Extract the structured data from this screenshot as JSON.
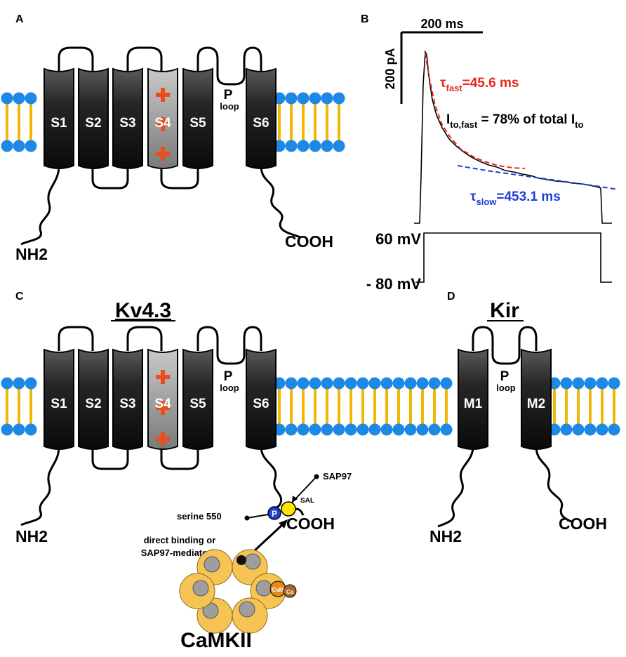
{
  "panels": {
    "a": {
      "letter": "A",
      "segments": [
        "S1",
        "S2",
        "S3",
        "S4",
        "S5",
        "S6"
      ],
      "p_loop": {
        "main": "P",
        "sub": "loop"
      },
      "n_terminus": "NH2",
      "c_terminus": "COOH"
    },
    "b": {
      "letter": "B",
      "time_scale": "200 ms",
      "current_scale": "200 pA",
      "tau_fast": {
        "symbol": "τ",
        "sub": "fast",
        "value": "=45.6 ms"
      },
      "ito_fast": {
        "main": "I",
        "sub": "to,fast",
        "middle": " = 78% of total I",
        "sub2": "to"
      },
      "tau_slow": {
        "symbol": "τ",
        "sub": "slow",
        "value": "=453.1 ms"
      },
      "voltage_high": "60 mV",
      "voltage_low": "- 80 mV"
    },
    "c": {
      "letter": "C",
      "title": "Kv4.3",
      "segments": [
        "S1",
        "S2",
        "S3",
        "S4",
        "S5",
        "S6"
      ],
      "p_loop": {
        "main": "P",
        "sub": "loop"
      },
      "n_terminus": "NH2",
      "c_terminus": "COOH",
      "sap97": "SAP97",
      "sal": "SAL",
      "serine": "serine 550",
      "phospho": "P",
      "question_line1": "direct binding or",
      "question_line2": "SAP97-mediated?",
      "camkii": "CaMKII",
      "cam": "CaM",
      "ca": "Ca"
    },
    "d": {
      "letter": "D",
      "title": "Kir",
      "segments": [
        "M1",
        "M2"
      ],
      "p_loop": {
        "main": "P",
        "sub": "loop"
      },
      "n_terminus": "NH2",
      "c_terminus": "COOH"
    }
  },
  "colors": {
    "lipid_head": "#1e88e5",
    "lipid_tail": "#f2b705",
    "segment_dark": "#121212",
    "segment_s4": "#8e8e8e",
    "plus": "#ea4e1b",
    "tau_fast": "#e8281c",
    "tau_slow": "#1f3fd6",
    "phospho": "#1f3fd6",
    "sal_dot": "#ffe600",
    "camkii_subunit": "#f6c454",
    "camkii_inner": "#9e9e9e",
    "cam": "#e28a1c",
    "ca": "#a5652c"
  },
  "icons": {
    "voltage_sensor_charge": "plus-icon"
  }
}
